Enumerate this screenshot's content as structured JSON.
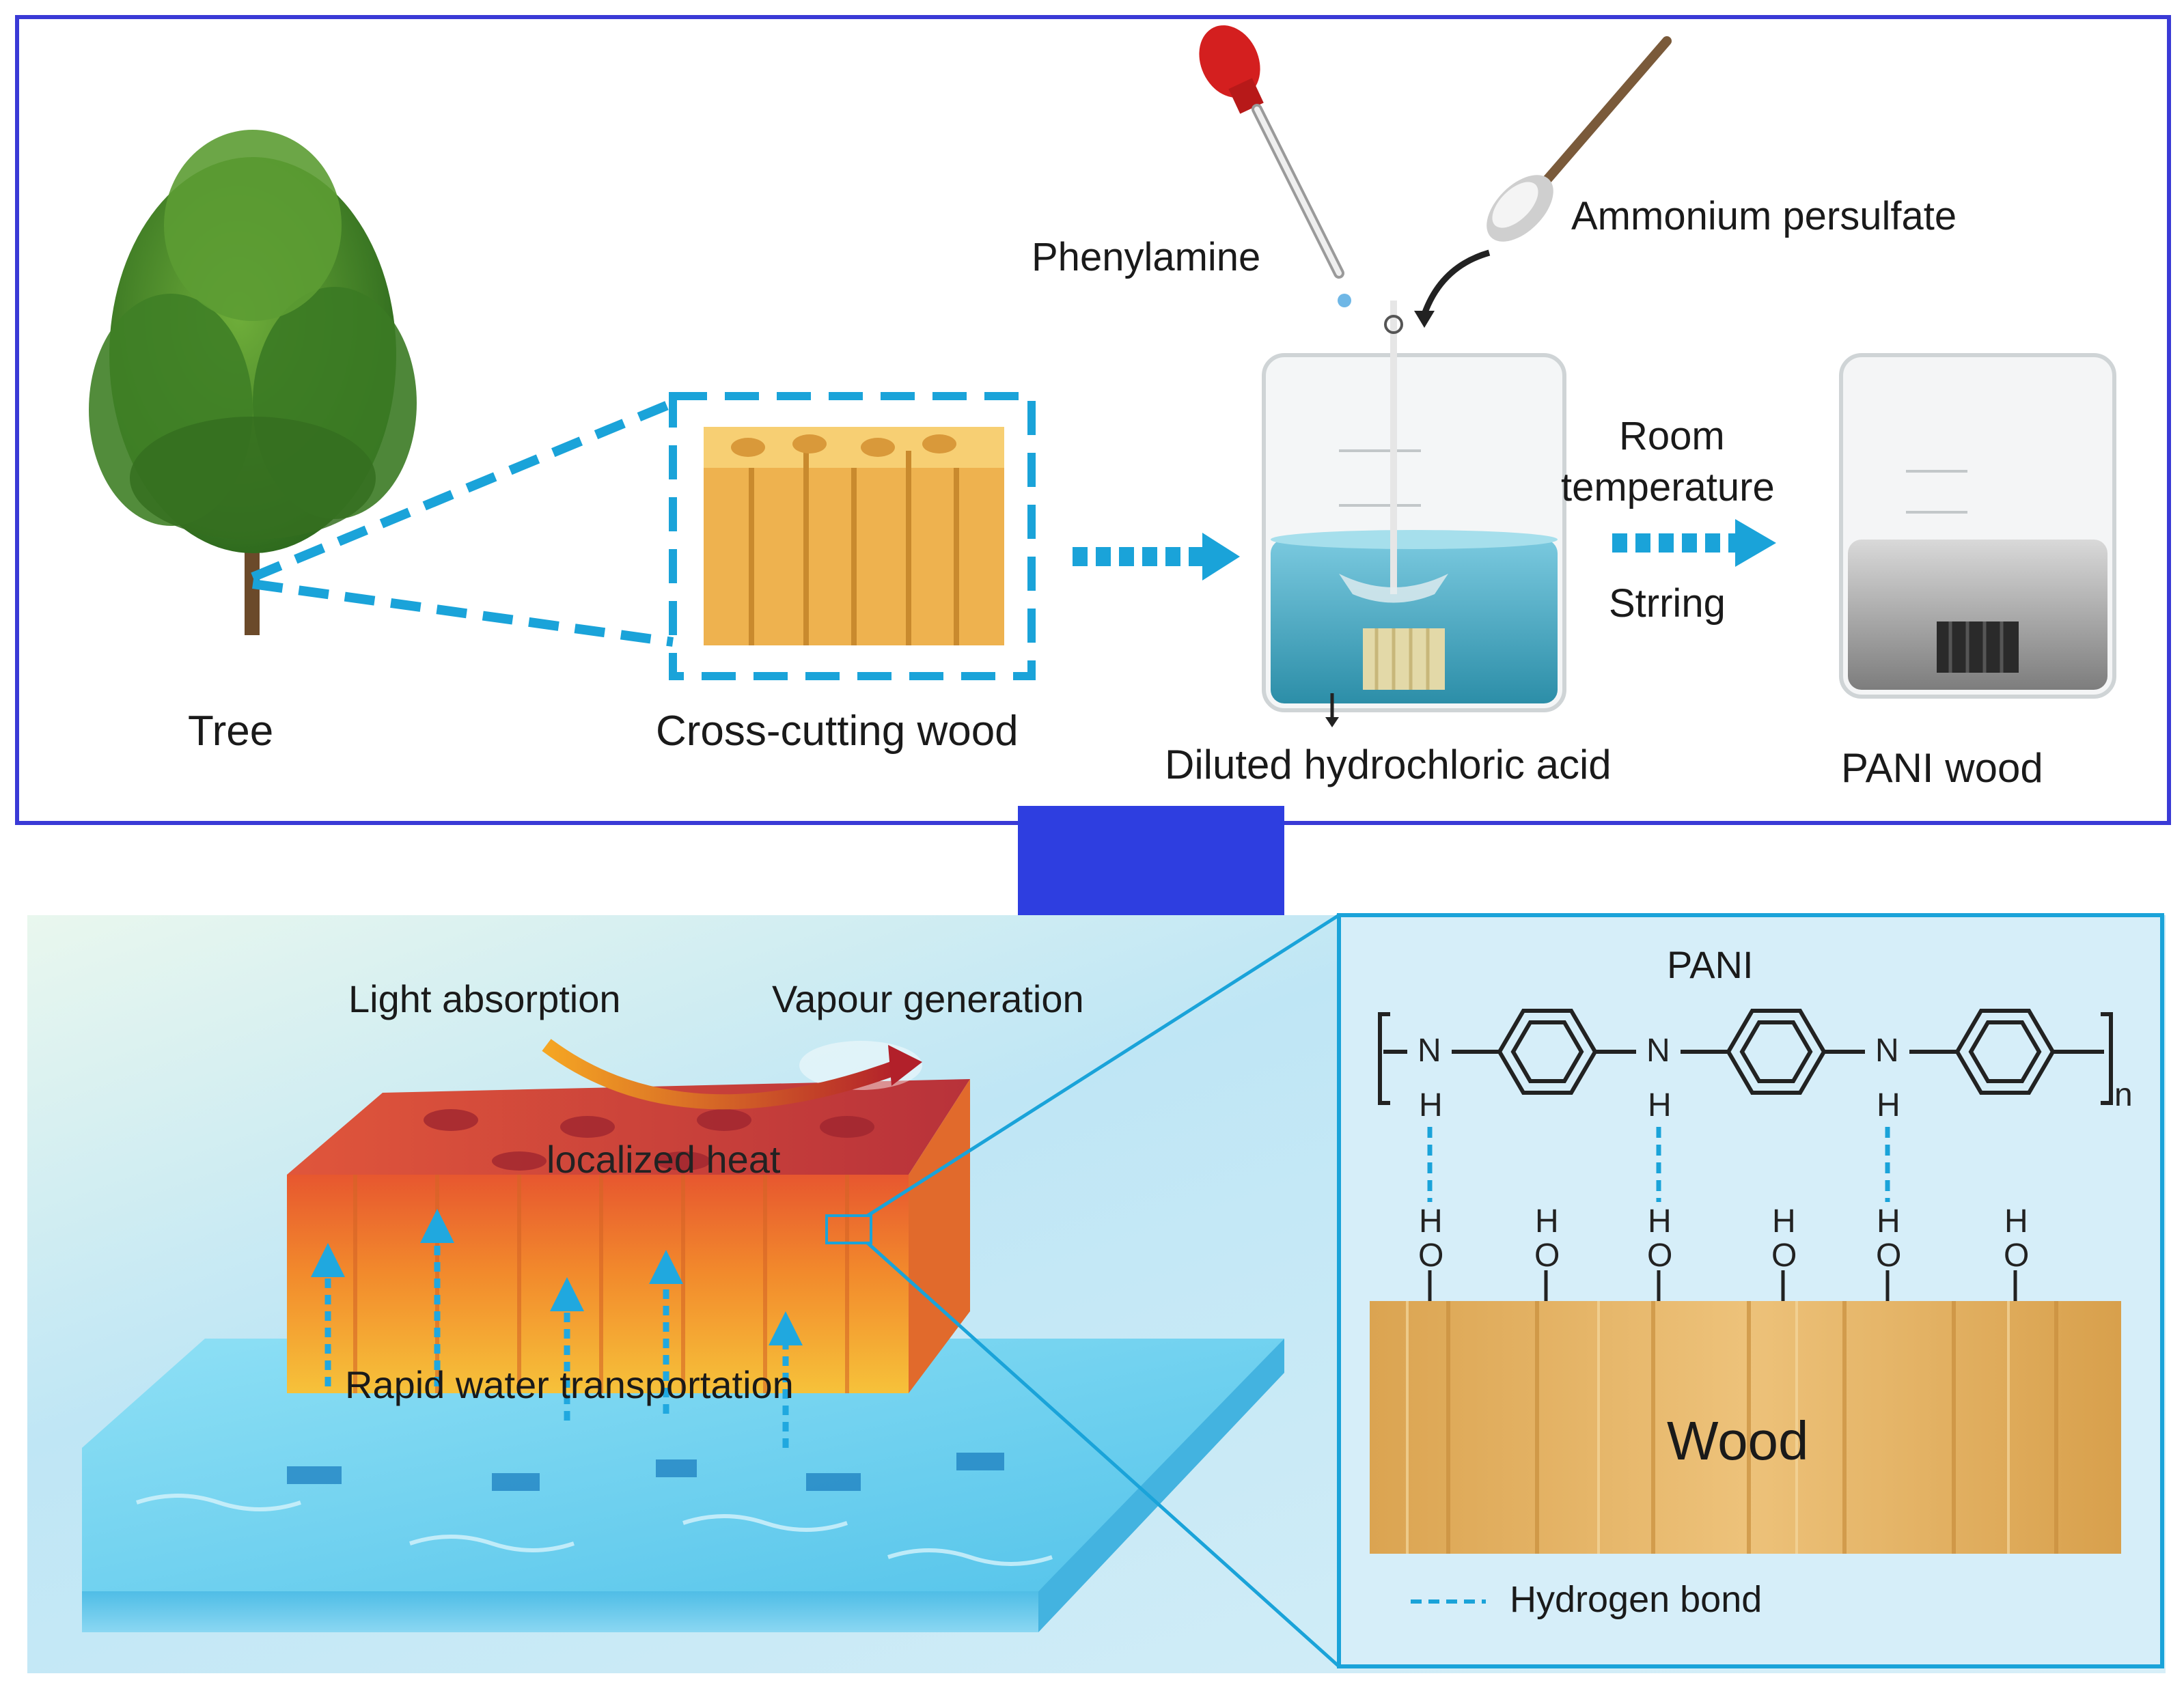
{
  "top_panel": {
    "tree_label": "Tree",
    "cross_cutting_label": "Cross-cutting wood",
    "phenylamine_label": "Phenylamine",
    "ammonium_label": "Ammonium persulfate",
    "room_line1": "Room",
    "room_line2": "temperature",
    "stirring_label": "Strring",
    "acid_label": "Diluted hydrochloric acid",
    "pani_wood_label": "PANI wood"
  },
  "bottom_panel": {
    "light_absorption": "Light absorption",
    "vapour_generation": "Vapour generation",
    "localized_heat": "localized heat",
    "rapid_water": "Rapid water transportation",
    "pani_title": "PANI",
    "wood_label": "Wood",
    "hydrogen_bond": "Hydrogen bond",
    "chem": {
      "n": "N",
      "h": "H",
      "o": "O",
      "subscript": "n"
    }
  },
  "colors": {
    "frame_blue": "#3a3ad6",
    "arrow_blue": "#2e3ee0",
    "dash_cyan": "#1aa3d9",
    "water": "#6fd0ee",
    "wood": "#e8b457",
    "hot": "#d9463a"
  }
}
